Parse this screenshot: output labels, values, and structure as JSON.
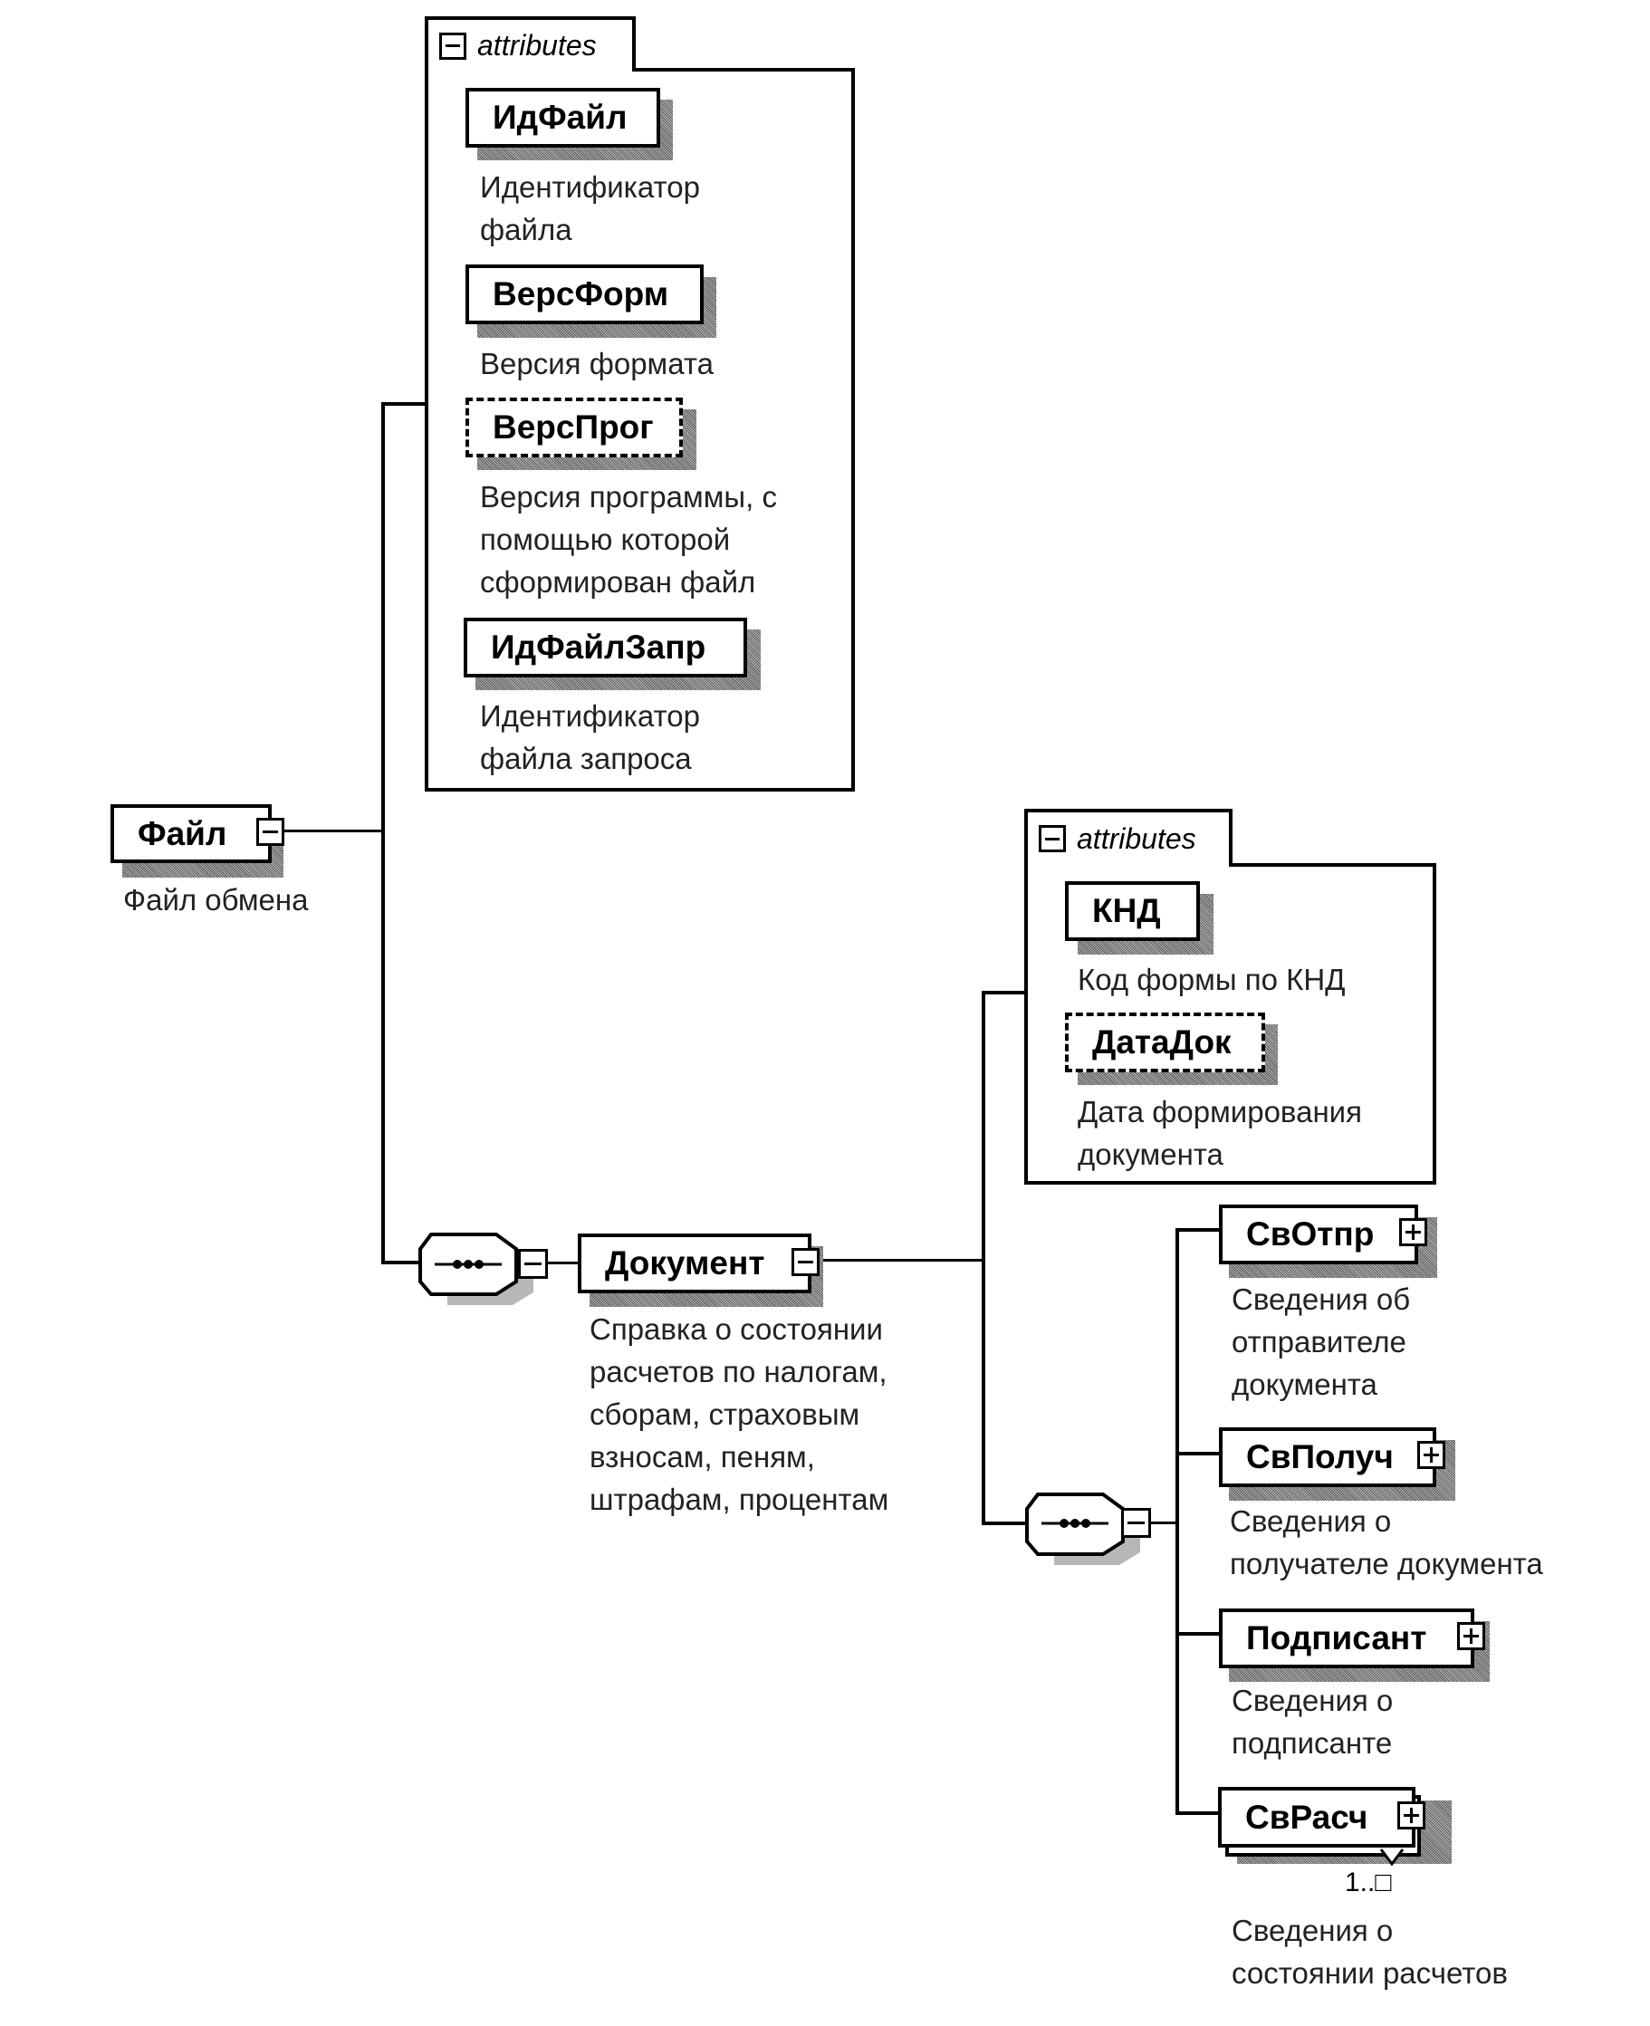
{
  "root": {
    "name": "Файл",
    "description": "Файл обмена",
    "toggle": "collapse-minus"
  },
  "root_attributes": {
    "tab_label": "attributes",
    "items": [
      {
        "name": "ИдФайл",
        "optional": false,
        "description": "Идентификатор\nфайла"
      },
      {
        "name": "ВерсФорм",
        "optional": false,
        "description": "Версия формата"
      },
      {
        "name": "ВерсПрог",
        "optional": true,
        "description": "Версия программы, с\nпомощью которой\nсформирован файл"
      },
      {
        "name": "ИдФайлЗапр",
        "optional": false,
        "description": "Идентификатор\nфайла запроса"
      }
    ]
  },
  "root_sequence": {
    "type": "sequence",
    "toggle": "collapse-minus"
  },
  "document": {
    "name": "Документ",
    "description": "Справка о состоянии\nрасчетов по налогам,\nсборам, страховым\nвзносам, пеням,\nштрафам, процентам",
    "toggle": "collapse-minus"
  },
  "document_attributes": {
    "tab_label": "attributes",
    "items": [
      {
        "name": "КНД",
        "optional": false,
        "description": "Код формы по КНД"
      },
      {
        "name": "ДатаДок",
        "optional": true,
        "description": "Дата формирования\nдокумента"
      }
    ]
  },
  "document_sequence": {
    "type": "sequence",
    "toggle": "collapse-minus"
  },
  "document_children": [
    {
      "name": "СвОтпр",
      "description": "Сведения об\nотправителе\nдокумента",
      "toggle": "expand-plus",
      "cardinality": ""
    },
    {
      "name": "СвПолуч",
      "description": "Сведения о\nполучателе документа",
      "toggle": "expand-plus",
      "cardinality": ""
    },
    {
      "name": "Подписант",
      "description": "Сведения о\nподписанте",
      "toggle": "expand-plus",
      "cardinality": ""
    },
    {
      "name": "СвРасч",
      "description": "Сведения о\nсостоянии расчетов",
      "toggle": "expand-plus",
      "cardinality": "1..□",
      "repeating": true
    }
  ]
}
